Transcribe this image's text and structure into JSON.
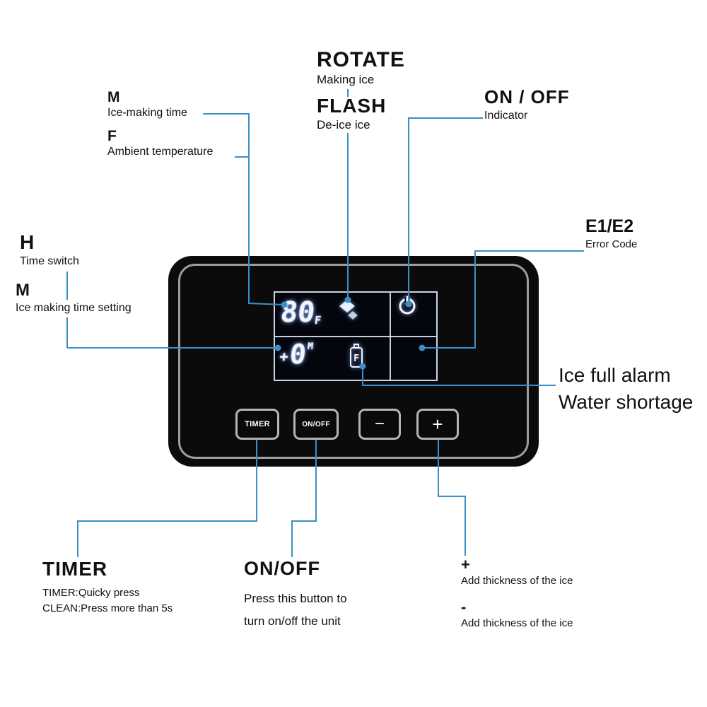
{
  "colors": {
    "callout_line": "#3a8fc7",
    "device_body": "#0b0b0b",
    "device_outline": "#9d9d9d",
    "lcd_background": "#04060d",
    "lcd_glow": "#f0f5ff",
    "label_text": "#111111"
  },
  "icons": {
    "power_icon": "circle-with-line power symbol",
    "ice_cube_icon": "diamond ice cubes",
    "bottle_icon": "bottle with letter F"
  },
  "annotations": {
    "rotate": {
      "title": "ROTATE",
      "desc": "Making ice"
    },
    "flash": {
      "title": "FLASH",
      "desc": "De-ice ice"
    },
    "indicator": {
      "title": "ON / OFF",
      "desc": "Indicator"
    },
    "ice_making_time": {
      "title": "M",
      "desc": "Ice-making time"
    },
    "ambient_temperature": {
      "title": "F",
      "desc": "Ambient temperature"
    },
    "time_switch": {
      "title": "H",
      "desc": "Time switch"
    },
    "time_setting": {
      "title": "M",
      "desc": "Ice making time setting"
    },
    "error_code": {
      "title": "E1/E2",
      "desc": "Error Code"
    },
    "alarm": {
      "line1": "Ice full alarm",
      "line2": "Water shortage"
    },
    "timer": {
      "title": "TIMER",
      "line1": "TIMER:Quicky press",
      "line2": "CLEAN:Press more than 5s"
    },
    "on_off": {
      "title": "ON/OFF",
      "line1": "Press this button to",
      "line2": "turn on/off the unit"
    },
    "plus": {
      "title": "+",
      "desc": "Add thickness of the ice"
    },
    "minus": {
      "title": "-",
      "desc": "Add thickness of the ice"
    }
  },
  "device": {
    "display": {
      "temperature_value": "80",
      "temperature_unit": "F",
      "timer_prefix": "+",
      "timer_value": "0",
      "timer_unit": "M",
      "bottle_letter": "F"
    },
    "buttons": [
      {
        "label": "TIMER"
      },
      {
        "label": "ON/OFF"
      },
      {
        "label": "−"
      },
      {
        "label": "+"
      }
    ]
  }
}
